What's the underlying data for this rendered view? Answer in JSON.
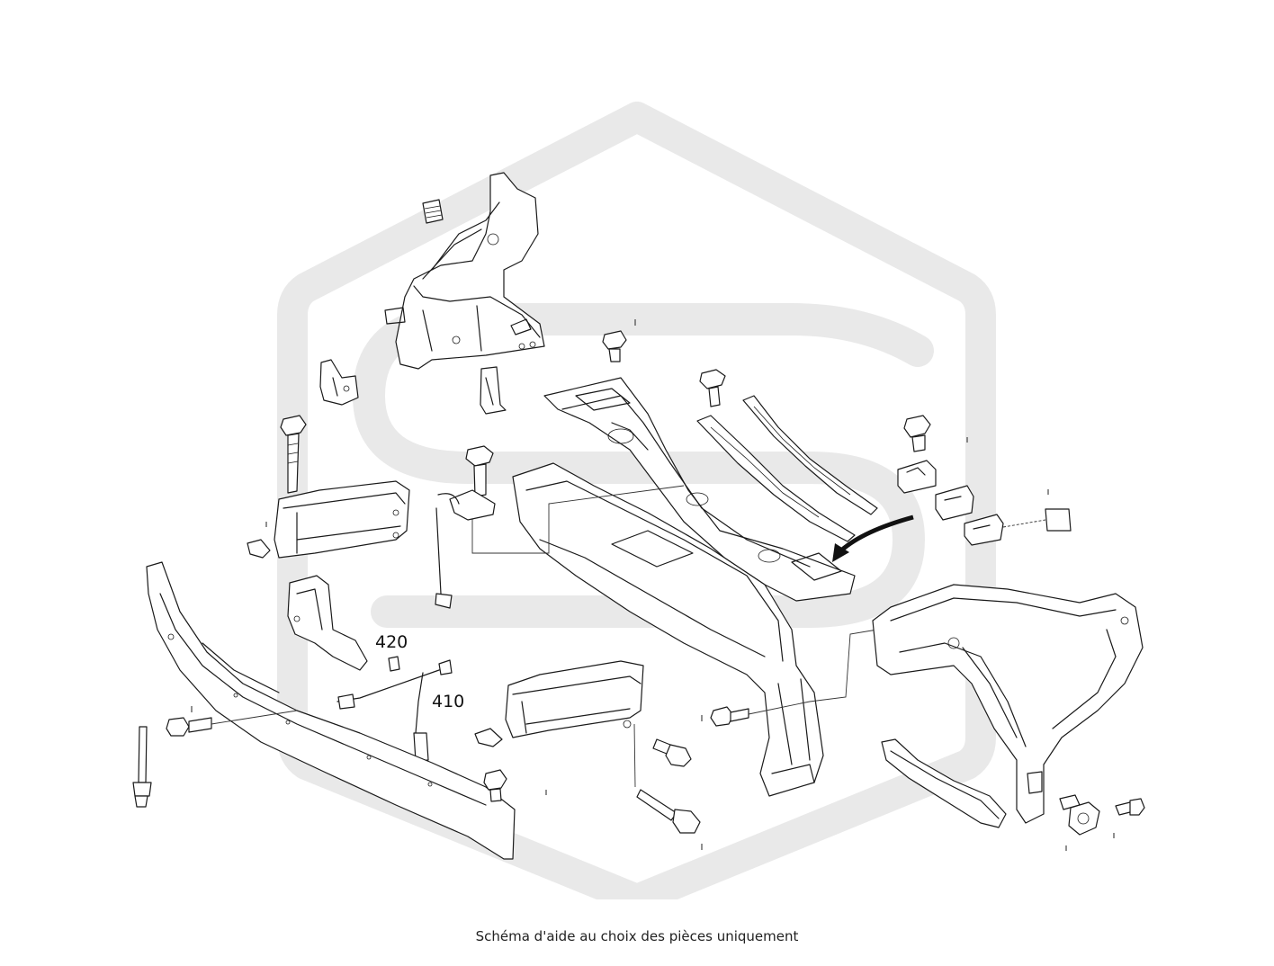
{
  "caption": "Schéma d'aide au choix des pièces uniquement",
  "labels": {
    "part_420": "420",
    "part_410": "410"
  },
  "colors": {
    "watermark": "#e9e9e9",
    "line": "#1a1a1a",
    "background": "#ffffff"
  }
}
